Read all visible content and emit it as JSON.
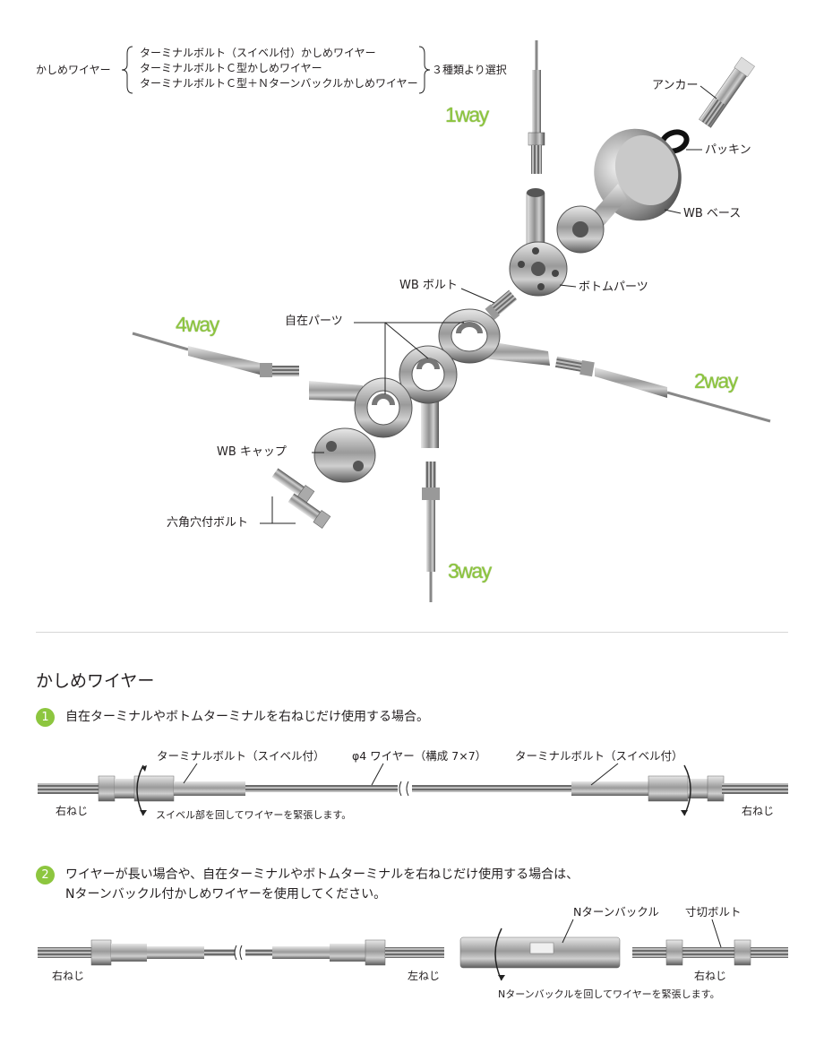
{
  "top_diagram": {
    "wire_label": "かしめワイヤー",
    "options": [
      "ターミナルボルト（スイベル付）かしめワイヤー",
      "ターミナルボルトＣ型かしめワイヤー",
      "ターミナルボルトＣ型＋Ｎターンバックルかしめワイヤー"
    ],
    "choose_label": "３種類より選択",
    "parts": {
      "anchor": "アンカー",
      "packing": "パッキン",
      "wb_base": "WB ベース",
      "bottom_parts": "ボトムパーツ",
      "wb_bolt": "WB ボルト",
      "free_parts": "自在パーツ",
      "wb_cap": "WB キャップ",
      "hex_bolt": "六角穴付ボルト"
    },
    "ways": {
      "w1": "1way",
      "w2": "2way",
      "w3": "3way",
      "w4": "4way"
    }
  },
  "section": {
    "title": "かしめワイヤー",
    "step1": {
      "number": "1",
      "text": "自在ターミナルやボトムターミナルを右ねじだけ使用する場合。",
      "terminal_left": "ターミナルボルト（スイベル付）",
      "wire_spec": "φ4 ワイヤー（構成 7×7）",
      "terminal_right": "ターミナルボルト（スイベル付）",
      "right_thread_left": "右ねじ",
      "right_thread_right": "右ねじ",
      "swivel_note": "スイベル部を回してワイヤーを緊張します。"
    },
    "step2": {
      "number": "2",
      "line1": "ワイヤーが長い場合や、自在ターミナルやボトムターミナルを右ねじだけ使用する場合は、",
      "line2": "Nターンバックル付かしめワイヤーを使用してください。",
      "right_thread": "右ねじ",
      "left_thread": "左ねじ",
      "turnbuckle": "Nターンバックル",
      "cut_bolt": "寸切ボルト",
      "right_thread_bolt": "右ねじ",
      "turnbuckle_note": "Nターンバックルを回してワイヤーを緊張します。"
    }
  }
}
